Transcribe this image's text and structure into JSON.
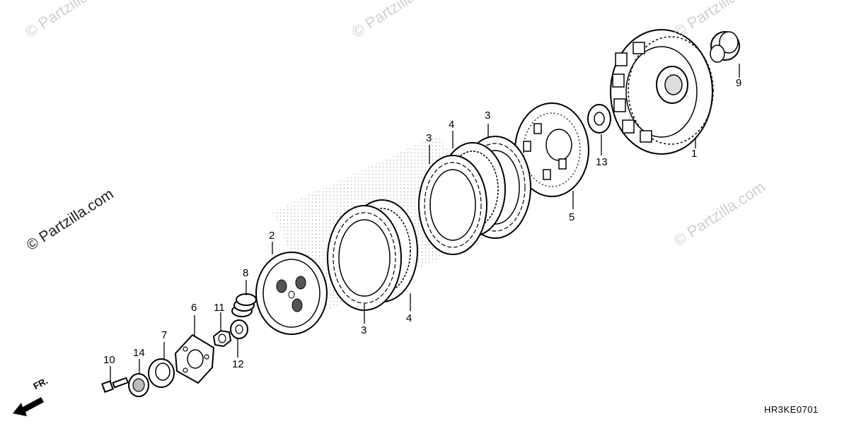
{
  "diagram": {
    "diagram_code": "HR3KE0701",
    "direction_label": "FR.",
    "watermarks": {
      "main": "© Partzilla.com",
      "faint": "© Partzilla.com"
    },
    "callouts": {
      "c1": "1",
      "c2": "2",
      "c3a": "3",
      "c3b": "3",
      "c3c": "3",
      "c4a": "4",
      "c4b": "4",
      "c5": "5",
      "c6": "6",
      "c7": "7",
      "c8": "8",
      "c9": "9",
      "c10": "10",
      "c11": "11",
      "c12": "12",
      "c13": "13",
      "c14": "14"
    }
  }
}
